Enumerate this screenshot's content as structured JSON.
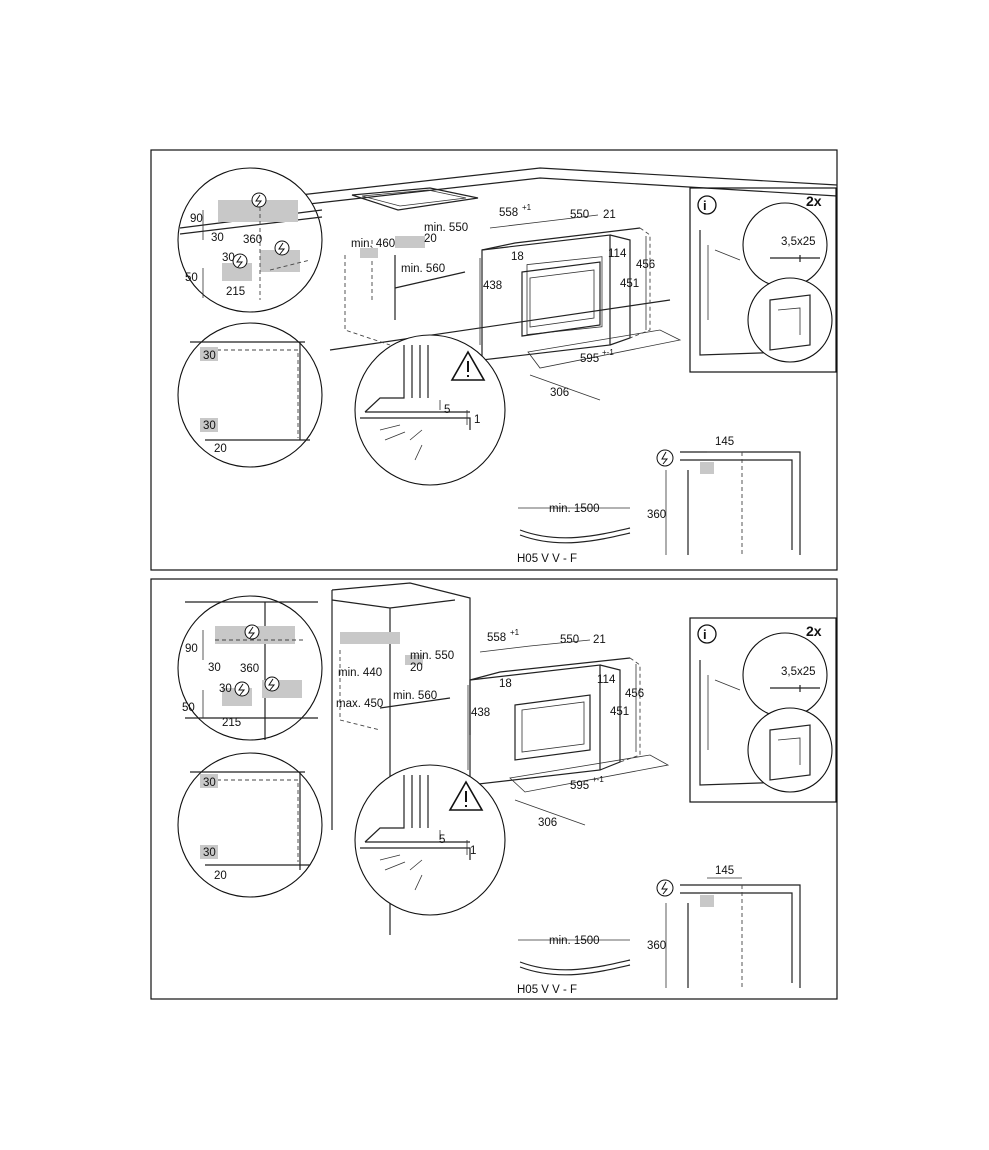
{
  "panels": [
    {
      "id": "panel-1",
      "labels": {
        "d90": "90",
        "d30a": "30",
        "d360": "360",
        "d30b": "30",
        "d50": "50",
        "d215": "215",
        "min460": "min. 460",
        "min550": "min. 550",
        "d20": "20",
        "min560": "min. 560",
        "d558": "558",
        "d558sup": "+1",
        "d550": "550",
        "d21": "21",
        "d18": "18",
        "d114": "114",
        "d456": "456",
        "d438": "438",
        "d451": "451",
        "d595": "595",
        "d595sup": "+-1",
        "d306": "306",
        "d5": "5",
        "d1": "1",
        "s30a": "30",
        "s30b": "30",
        "s20": "20",
        "qty": "2x",
        "screw": "3,5x25",
        "d145": "145",
        "d360b": "360",
        "cable_len": "min. 1500",
        "cable_type": "H05 V V - F"
      }
    },
    {
      "id": "panel-2",
      "labels": {
        "d90": "90",
        "d30a": "30",
        "d360": "360",
        "d30b": "30",
        "d50": "50",
        "d215": "215",
        "min440": "min. 440",
        "max450": "max. 450",
        "min550": "min. 550",
        "d20": "20",
        "min560": "min. 560",
        "d558": "558",
        "d558sup": "+1",
        "d550": "550",
        "d21": "21",
        "d18": "18",
        "d114": "114",
        "d456": "456",
        "d438": "438",
        "d451": "451",
        "d595": "595",
        "d595sup": "+-1",
        "d306": "306",
        "d5": "5",
        "d1": "1",
        "s30a": "30",
        "s30b": "30",
        "s20": "20",
        "qty": "2x",
        "screw": "3,5x25",
        "d145": "145",
        "d360b": "360",
        "cable_len": "min. 1500",
        "cable_type": "H05 V V - F"
      }
    }
  ],
  "icons": [
    "info-icon",
    "warning-icon",
    "electrical-connection-icon"
  ]
}
